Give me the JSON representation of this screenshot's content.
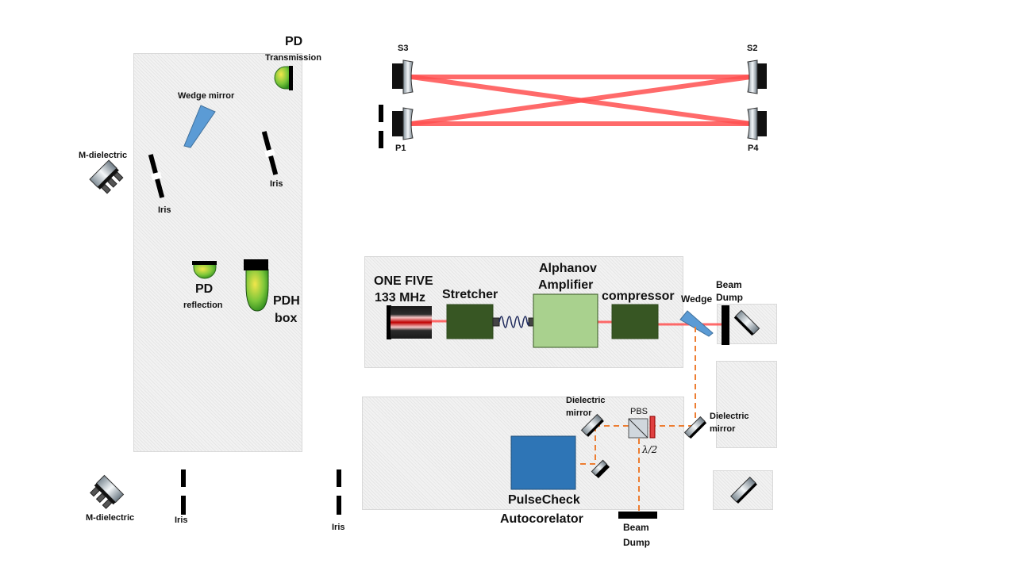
{
  "title": "Optical setup layout",
  "cavity": {
    "mirrors": {
      "s3": "S3",
      "s2": "S2",
      "p1": "P1",
      "p4": "P4"
    },
    "beam_color": "#ff5050"
  },
  "left_board": {
    "pd_transmission": {
      "title": "PD",
      "subtitle": "Transmission"
    },
    "wedge_mirror": "Wedge mirror",
    "m_dielectric": "M-dielectric",
    "iris_left": "Iris",
    "iris_right": "Iris",
    "pd_reflection": {
      "title": "PD",
      "subtitle": "reflection"
    },
    "pdh_box": {
      "line1": "PDH",
      "line2": "box"
    }
  },
  "bottom_left": {
    "m_dielectric": "M-dielectric",
    "iris_1": "Iris",
    "iris_2": "Iris"
  },
  "laser_board": {
    "laser": {
      "line1": "ONE FIVE",
      "line2": "133 MHz"
    },
    "stretcher": "Stretcher",
    "amplifier": {
      "line1": "Alphanov",
      "line2": "Amplifier"
    },
    "compressor": "compressor",
    "wedge": "Wedge",
    "beam_dump": {
      "line1": "Beam",
      "line2": "Dump"
    }
  },
  "autocorrelator_board": {
    "dielectric_mirror_left": {
      "line1": "Dielectric",
      "line2": "mirror"
    },
    "pbs": "PBS",
    "half_wave_plate": "λ/2",
    "dielectric_mirror_right": {
      "line1": "Dielectric",
      "line2": "mirror"
    },
    "autocorrelator": {
      "line1": "PulseCheck",
      "line2": "Autocorelator"
    },
    "beam_dump": {
      "line1": "Beam",
      "line2": "Dump"
    }
  },
  "colors": {
    "board": "#f2f2f2",
    "dark_green": "#375623",
    "light_green": "#a9d18e",
    "autocorrelator_blue": "#2e75b6",
    "wedge_blue": "#5b9bd5",
    "dashed_beam": "#ed7d31",
    "laser_red": "#c00000"
  }
}
